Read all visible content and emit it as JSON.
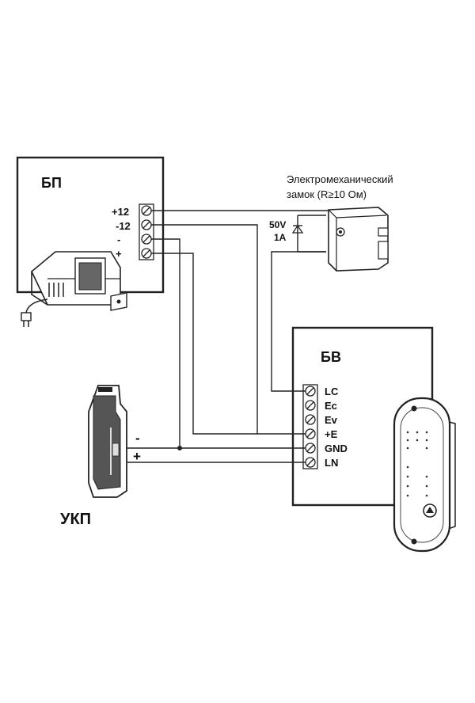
{
  "psu": {
    "title": "БП",
    "terminals": [
      "+12",
      "-12",
      "-",
      "+"
    ]
  },
  "lock": {
    "title_line1": "Электромеханический",
    "title_line2": "замок (R≥10 Ом)",
    "diode_voltage": "50V",
    "diode_current": "1A"
  },
  "call_block": {
    "title": "БВ",
    "terminals": [
      "LC",
      "Ec",
      "Ev",
      "+E",
      "GND",
      "LN"
    ]
  },
  "handset": {
    "title": "УКП",
    "minus": "-",
    "plus": "+"
  },
  "colors": {
    "line": "#222222",
    "background": "#ffffff"
  }
}
